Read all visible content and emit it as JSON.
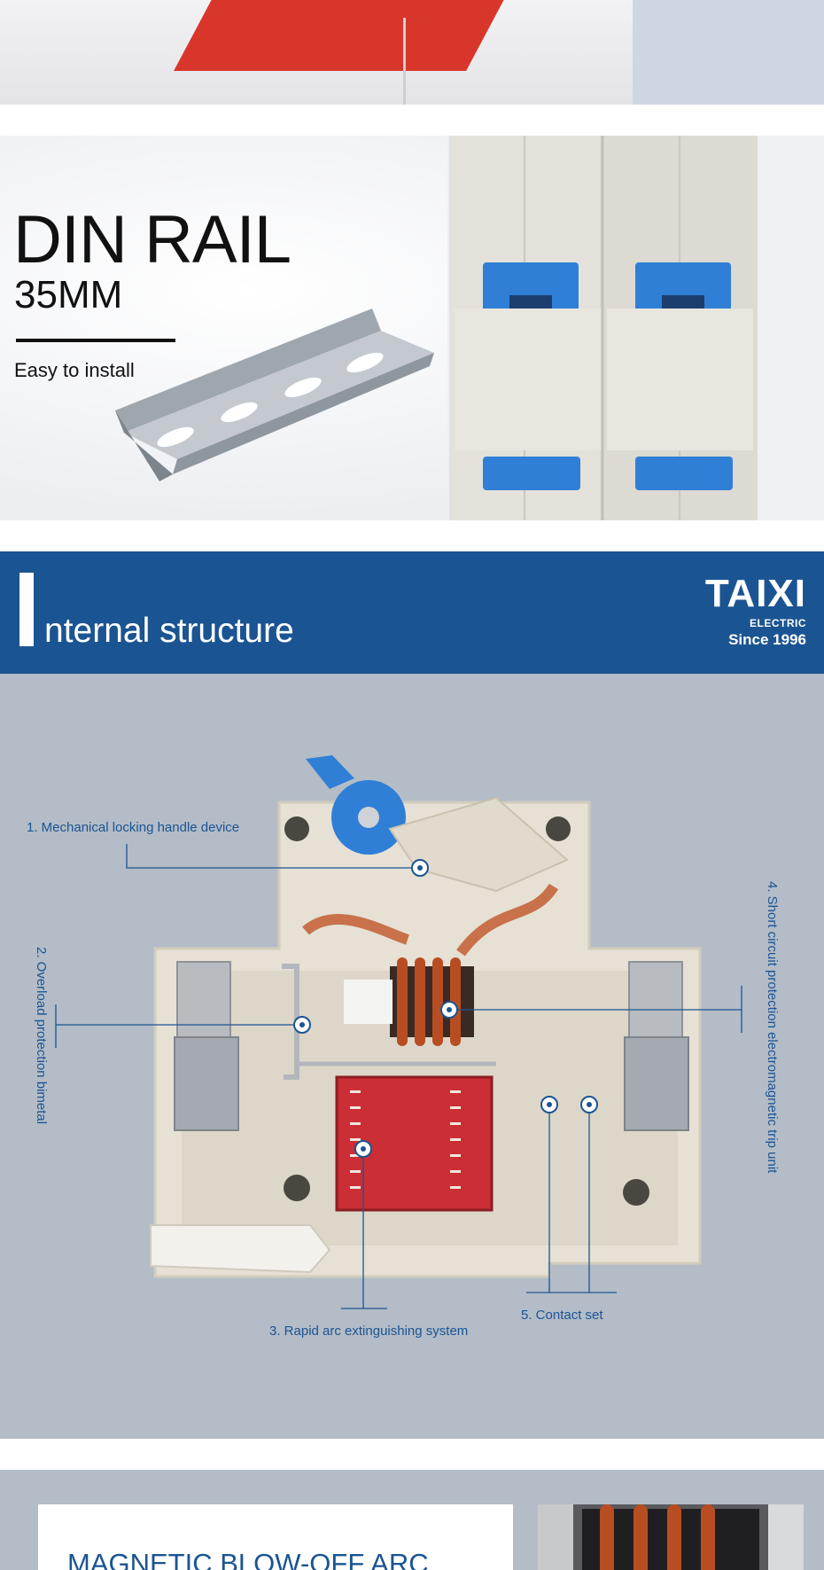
{
  "din_rail": {
    "title": "DIN RAIL",
    "size": "35MM",
    "tagline": "Easy to install"
  },
  "internal_structure": {
    "header_letter": "I",
    "title": "nternal structure",
    "brand": {
      "name": "TAIXI",
      "sub": "ELECTRIC",
      "since": "Since 1996"
    }
  },
  "callouts": {
    "c1": "1. Mechanical locking handle device",
    "c2": "2. Overload protection bimetal",
    "c3": "3. Rapid arc extinguishing system",
    "c4": "4. Short circuit protection electromagnetic trip unit",
    "c5": "5. Contact set"
  },
  "bottom": {
    "title": "MAGNETIC BLOW-OFF ARC"
  },
  "colors": {
    "brand_blue": "#1b5492",
    "diagram_bg": "#b3bcc7",
    "breaker_red": "#d9362b",
    "handle_blue": "#2f7fd6"
  }
}
